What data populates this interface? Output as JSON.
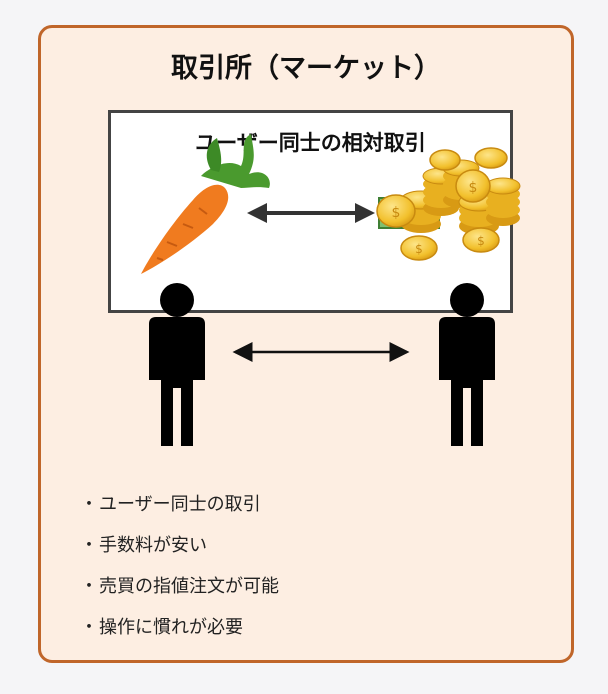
{
  "title": "取引所（マーケット）",
  "board": {
    "title": "ユーザー同士の相対取引"
  },
  "icons": {
    "carrot": "carrot-icon",
    "coins": "coin-stack-icon",
    "person": "person-icon",
    "arrow": "double-arrow-icon"
  },
  "colors": {
    "border": "#c0662a",
    "background": "#fdeee2",
    "carrot": "#f07b1f",
    "leaf": "#4a9a2e",
    "coin": "#f3c431"
  },
  "bullets": [
    {
      "mark": "・",
      "text": "ユーザー同士の取引"
    },
    {
      "mark": "・",
      "text": "手数料が安い"
    },
    {
      "mark": "・",
      "text": "売買の指値注文が可能"
    },
    {
      "mark": "・",
      "text": "操作に慣れが必要"
    }
  ]
}
